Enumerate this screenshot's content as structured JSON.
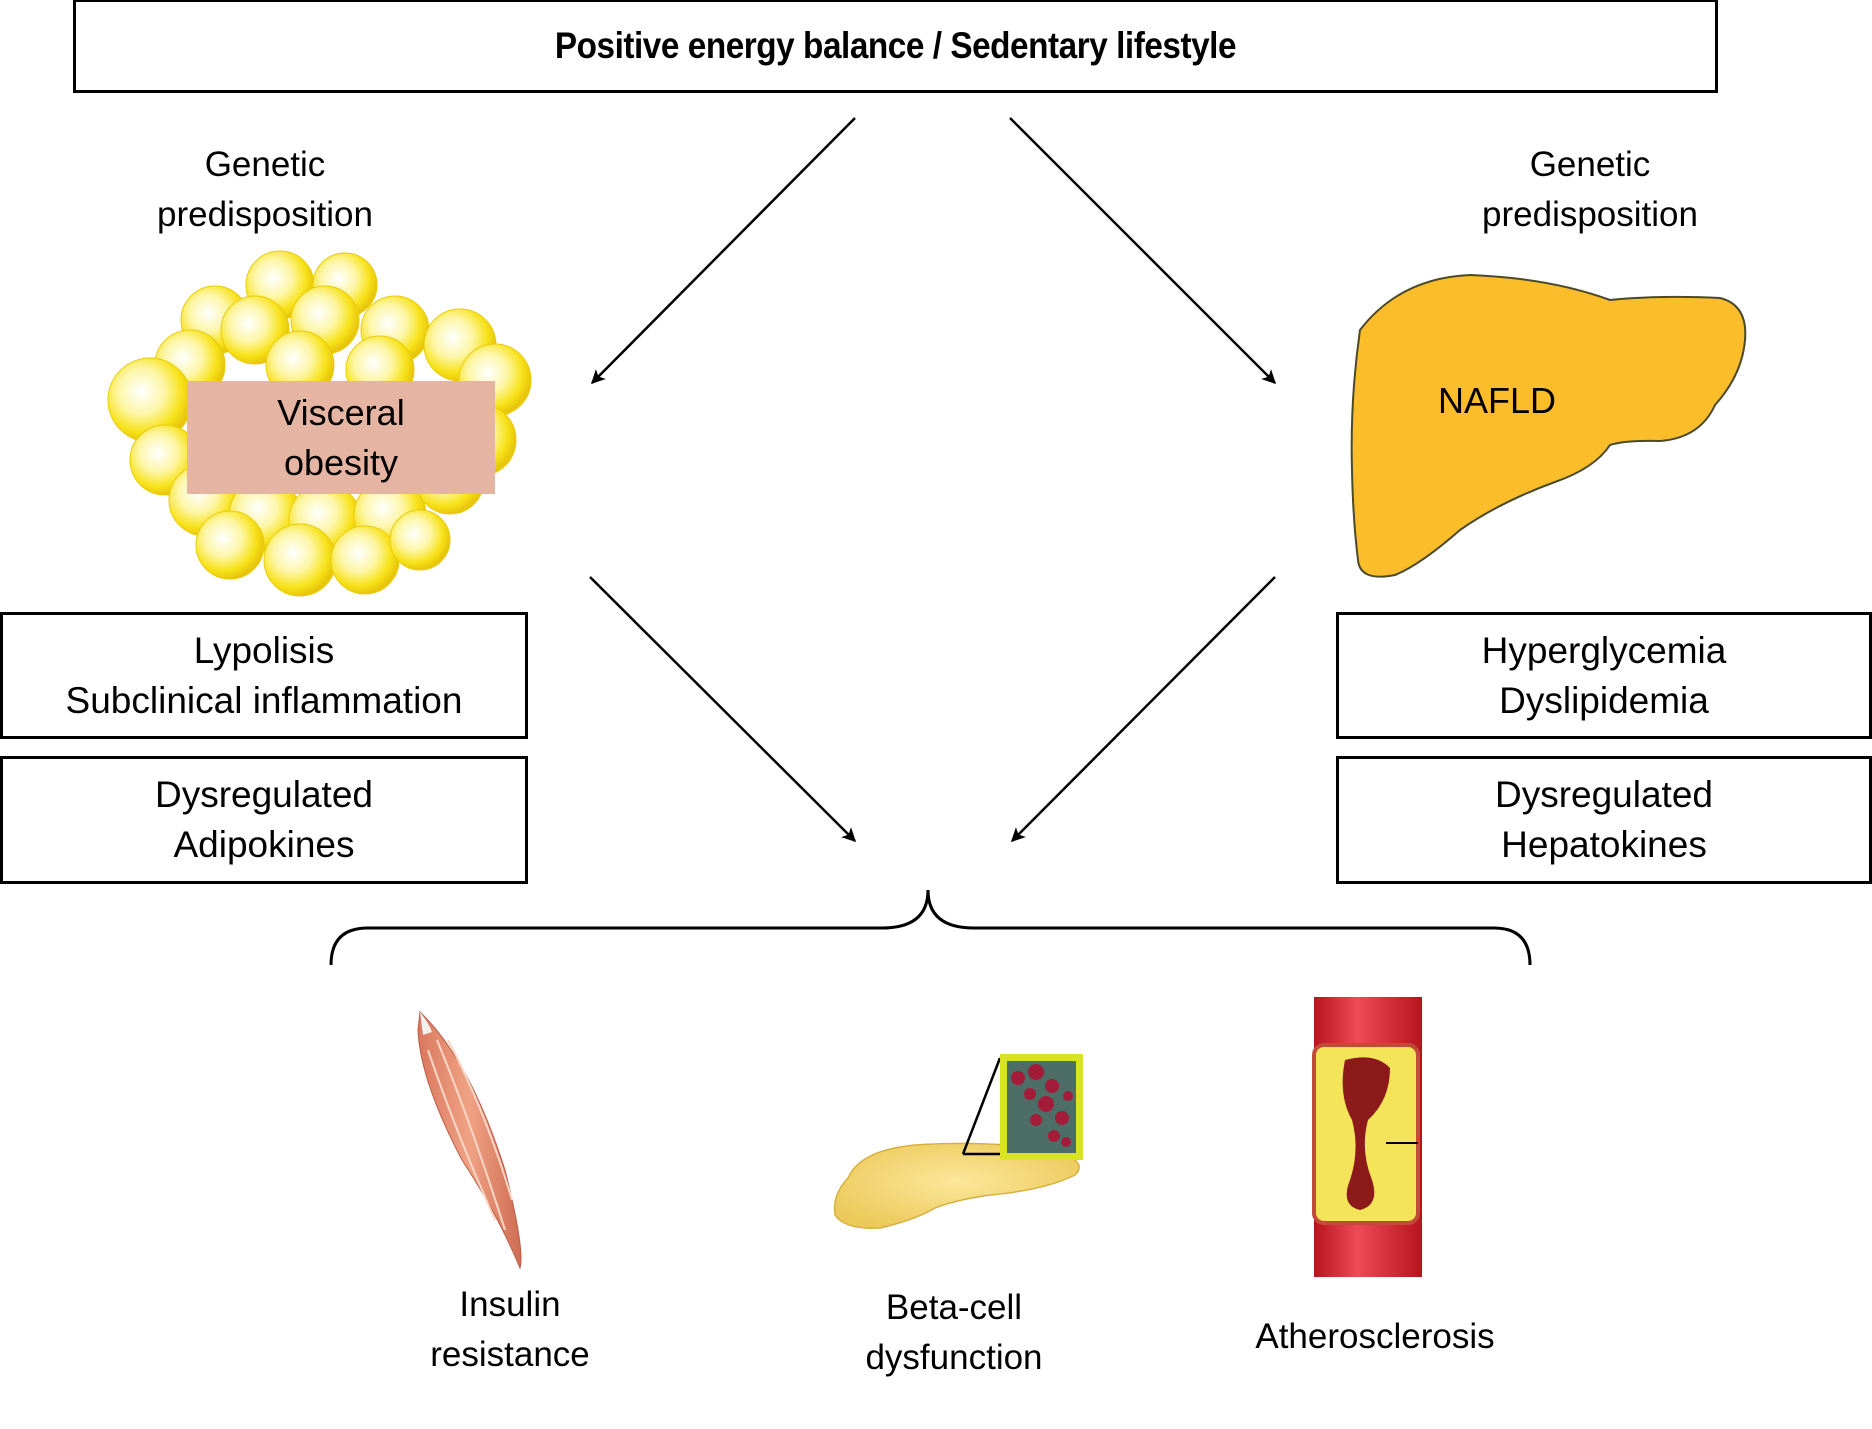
{
  "header": {
    "title": "Positive energy balance / Sedentary lifestyle"
  },
  "left": {
    "genetic_line1": "Genetic",
    "genetic_line2": "predisposition",
    "organ_label_line1": "Visceral",
    "organ_label_line2": "obesity",
    "organ_icon": "adipose-tissue-icon",
    "box1_line1": "Lypolisis",
    "box1_line2": "Subclinical inflammation",
    "box2_line1": "Dysregulated",
    "box2_line2": "Adipokines",
    "colors": {
      "fat_cell": "#f9e21c",
      "label_bg": "#e6b4a3"
    }
  },
  "right": {
    "genetic_line1": "Genetic",
    "genetic_line2": "predisposition",
    "organ_label": "NAFLD",
    "organ_icon": "liver-icon",
    "box1_line1": "Hyperglycemia",
    "box1_line2": "Dyslipidemia",
    "box2_line1": "Dysregulated",
    "box2_line2": "Hepatokines",
    "colors": {
      "liver": "#fbbd2a"
    }
  },
  "outcomes": [
    {
      "icon": "muscle-icon",
      "line1": "Insulin",
      "line2": "resistance"
    },
    {
      "icon": "pancreas-icon",
      "line1": "Beta-cell",
      "line2": "dysfunction"
    },
    {
      "icon": "artery-icon",
      "line1": "Atherosclerosis",
      "line2": ""
    }
  ]
}
